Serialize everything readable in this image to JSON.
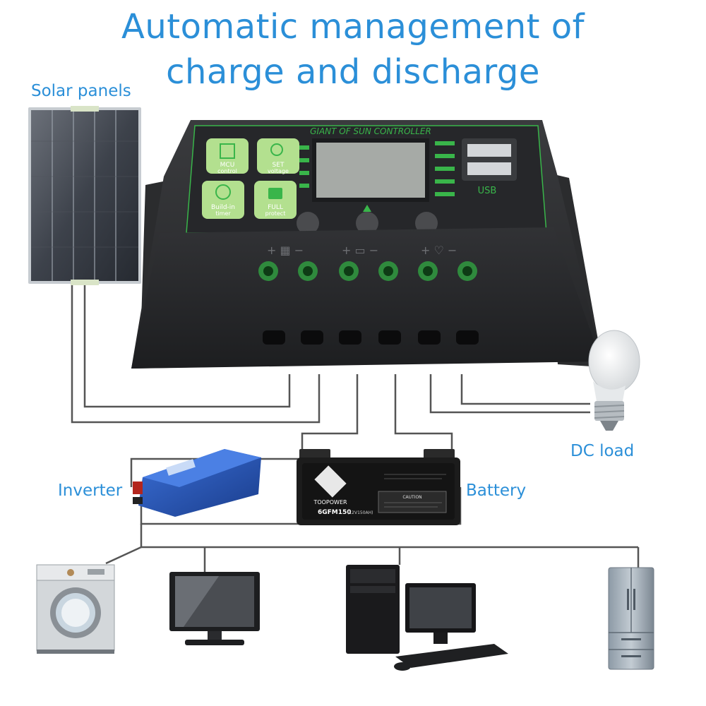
{
  "title": {
    "line1": "Automatic management of",
    "line2": "charge and discharge"
  },
  "labels": {
    "solar_panels": "Solar panels",
    "dc_load": "DC load",
    "inverter": "Inverter",
    "battery": "Battery"
  },
  "controller": {
    "brand": "GIANT OF SUN CONTROLLER",
    "usb": "USB",
    "buttons": [
      {
        "line1": "MCU",
        "line2": "control"
      },
      {
        "line1": "SET",
        "line2": "voltage"
      },
      {
        "line1": "Build-in",
        "line2": "timer"
      },
      {
        "line1": "FULL",
        "line2": "protect"
      }
    ]
  },
  "battery": {
    "brand": "TOOPOWER",
    "model": "6GFM150",
    "spec": "(12V150AH)",
    "caution": "CAUTION"
  },
  "colors": {
    "title": "#2b8fd8",
    "controller_body": "#2a2b2d",
    "controller_accent": "#39b54a",
    "lcd": "#9fa3a0",
    "battery_body": "#1c1c1c",
    "inverter_body": "#2453b8",
    "wire": "#555555"
  },
  "icons": [
    "solar-panel-icon",
    "charge-controller-icon",
    "light-bulb-icon",
    "inverter-icon",
    "battery-icon",
    "washing-machine-icon",
    "monitor-icon",
    "desktop-computer-icon",
    "refrigerator-icon"
  ]
}
